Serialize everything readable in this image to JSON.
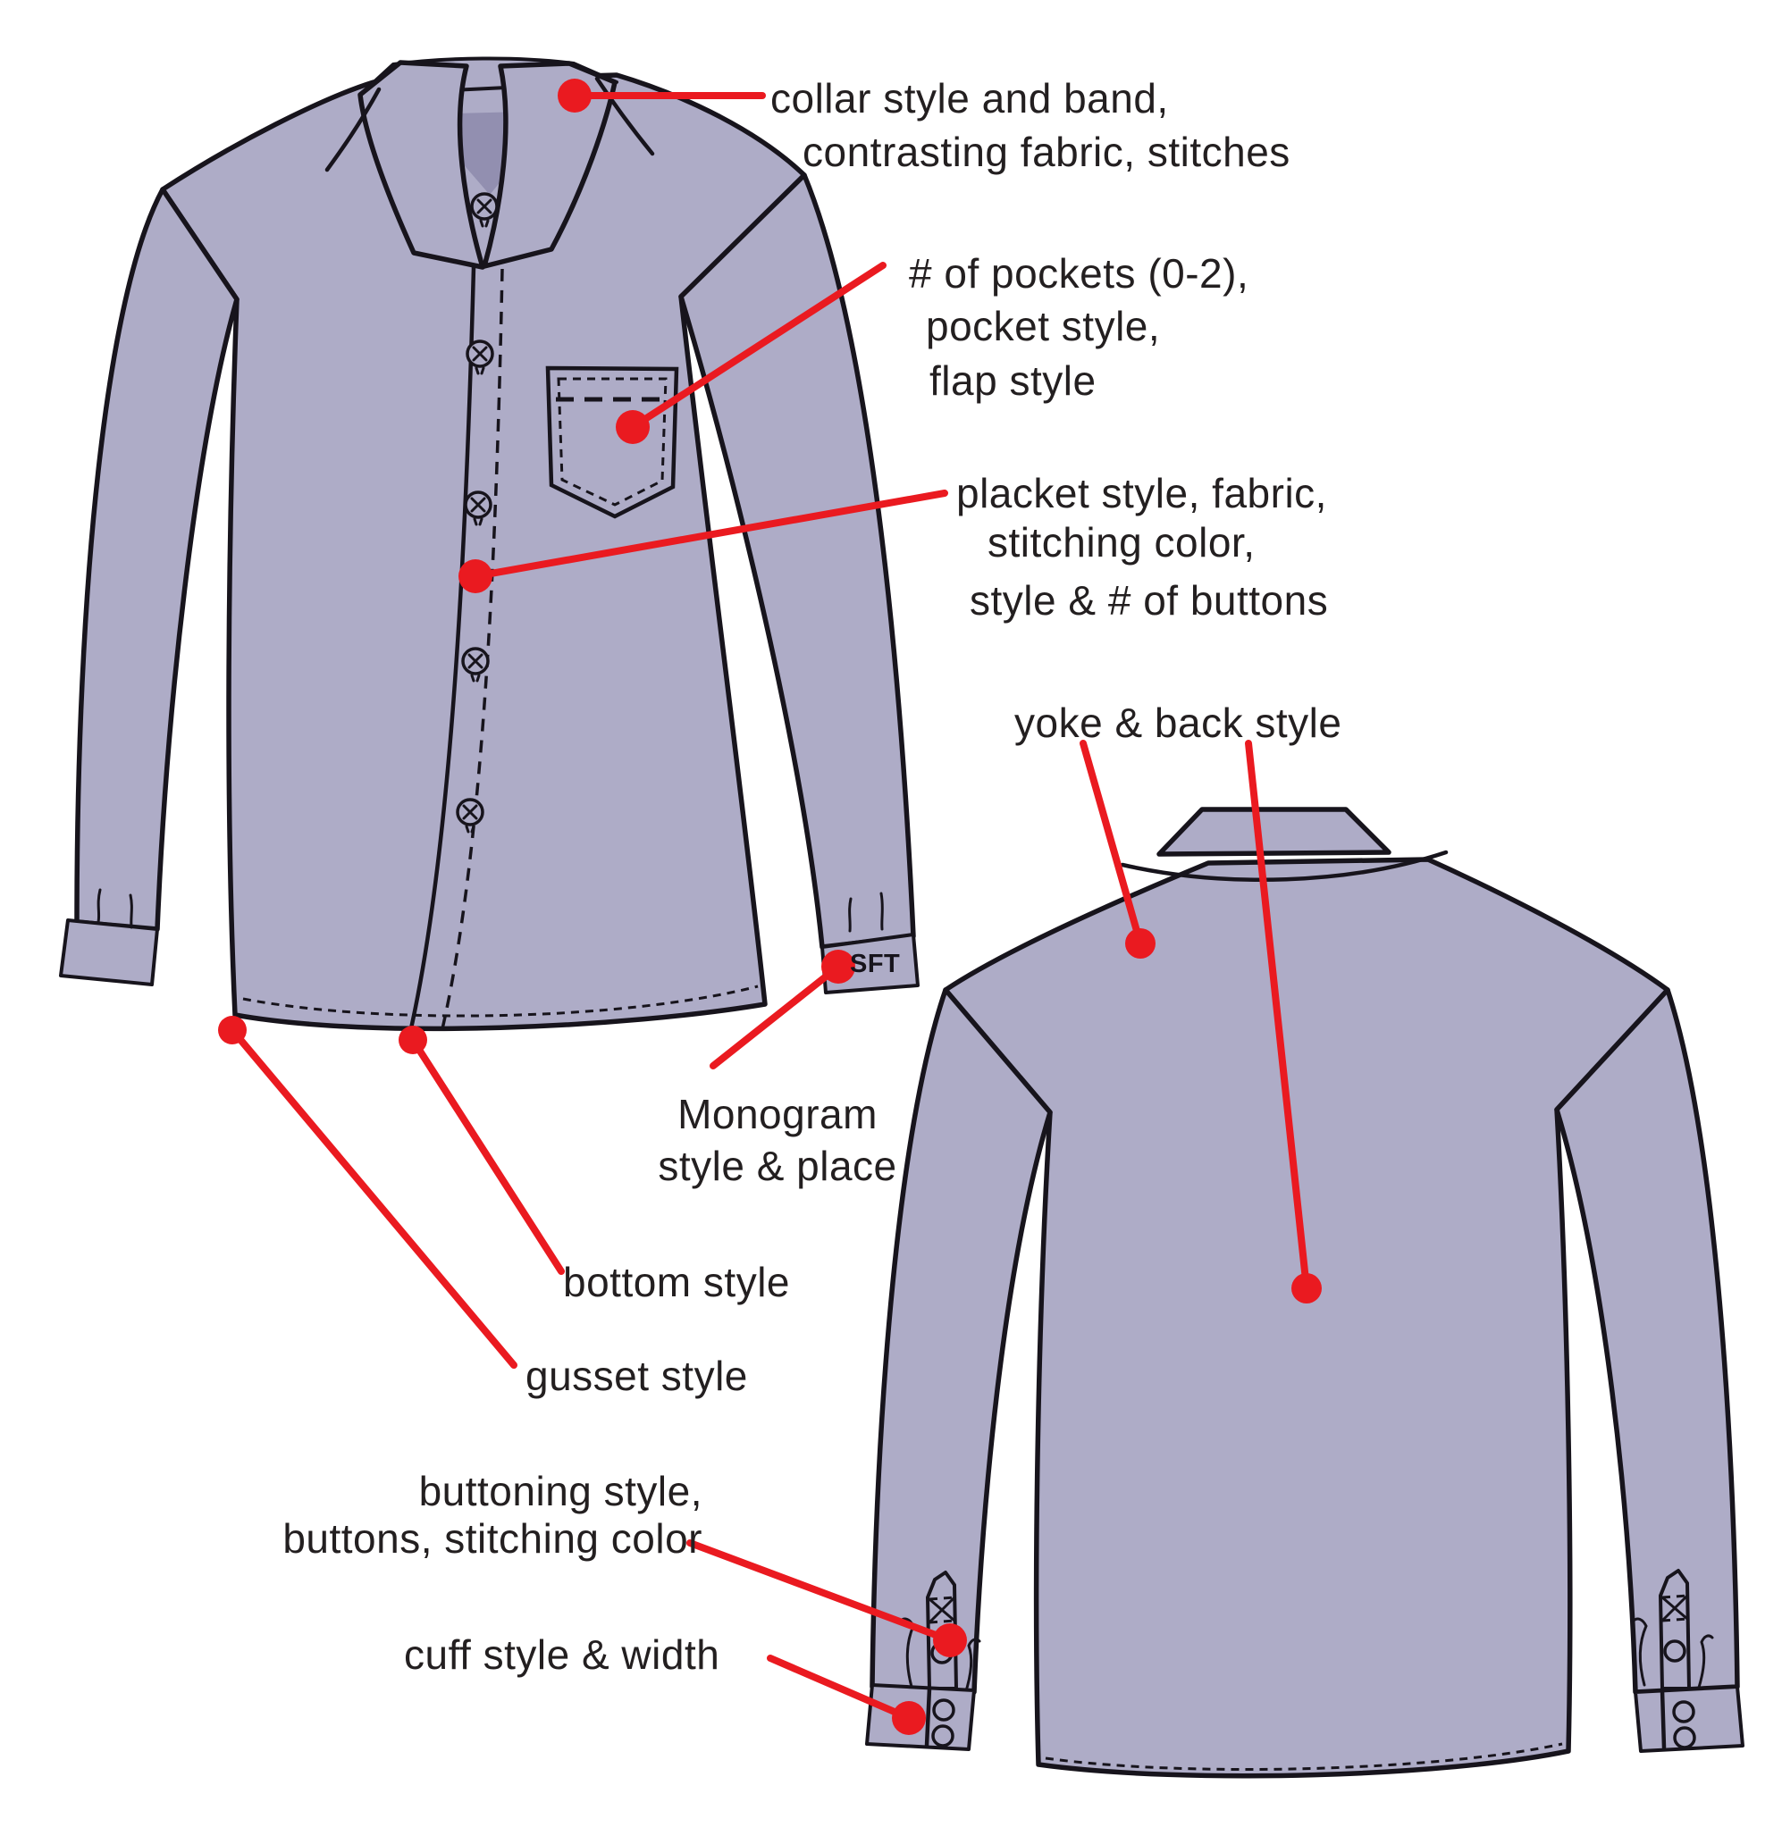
{
  "colors": {
    "fabric": "#aeacc7",
    "fabric_dark": "#928fb0",
    "ink": "#17141c",
    "red": "#ea1a20",
    "text": "#231f20",
    "background": "#ffffff"
  },
  "monogram": {
    "text": "SFT"
  },
  "labels": {
    "collar": {
      "line1": "collar style and band,",
      "line2": "contrasting fabric, stitches"
    },
    "pockets": {
      "line1": "# of pockets (0-2),",
      "line2": "pocket style,",
      "line3": "flap style"
    },
    "placket": {
      "line1": "placket style, fabric,",
      "line2": "stitching color,",
      "line3": "style & # of buttons"
    },
    "yoke": {
      "line1": "yoke & back style"
    },
    "monogram": {
      "line1": "Monogram",
      "line2": "style & place"
    },
    "bottom": {
      "line1": "bottom style"
    },
    "gusset": {
      "line1": "gusset style"
    },
    "buttoning": {
      "line1": "buttoning style,",
      "line2": "buttons, stitching color"
    },
    "cuff": {
      "line1": "cuff style & width"
    }
  }
}
